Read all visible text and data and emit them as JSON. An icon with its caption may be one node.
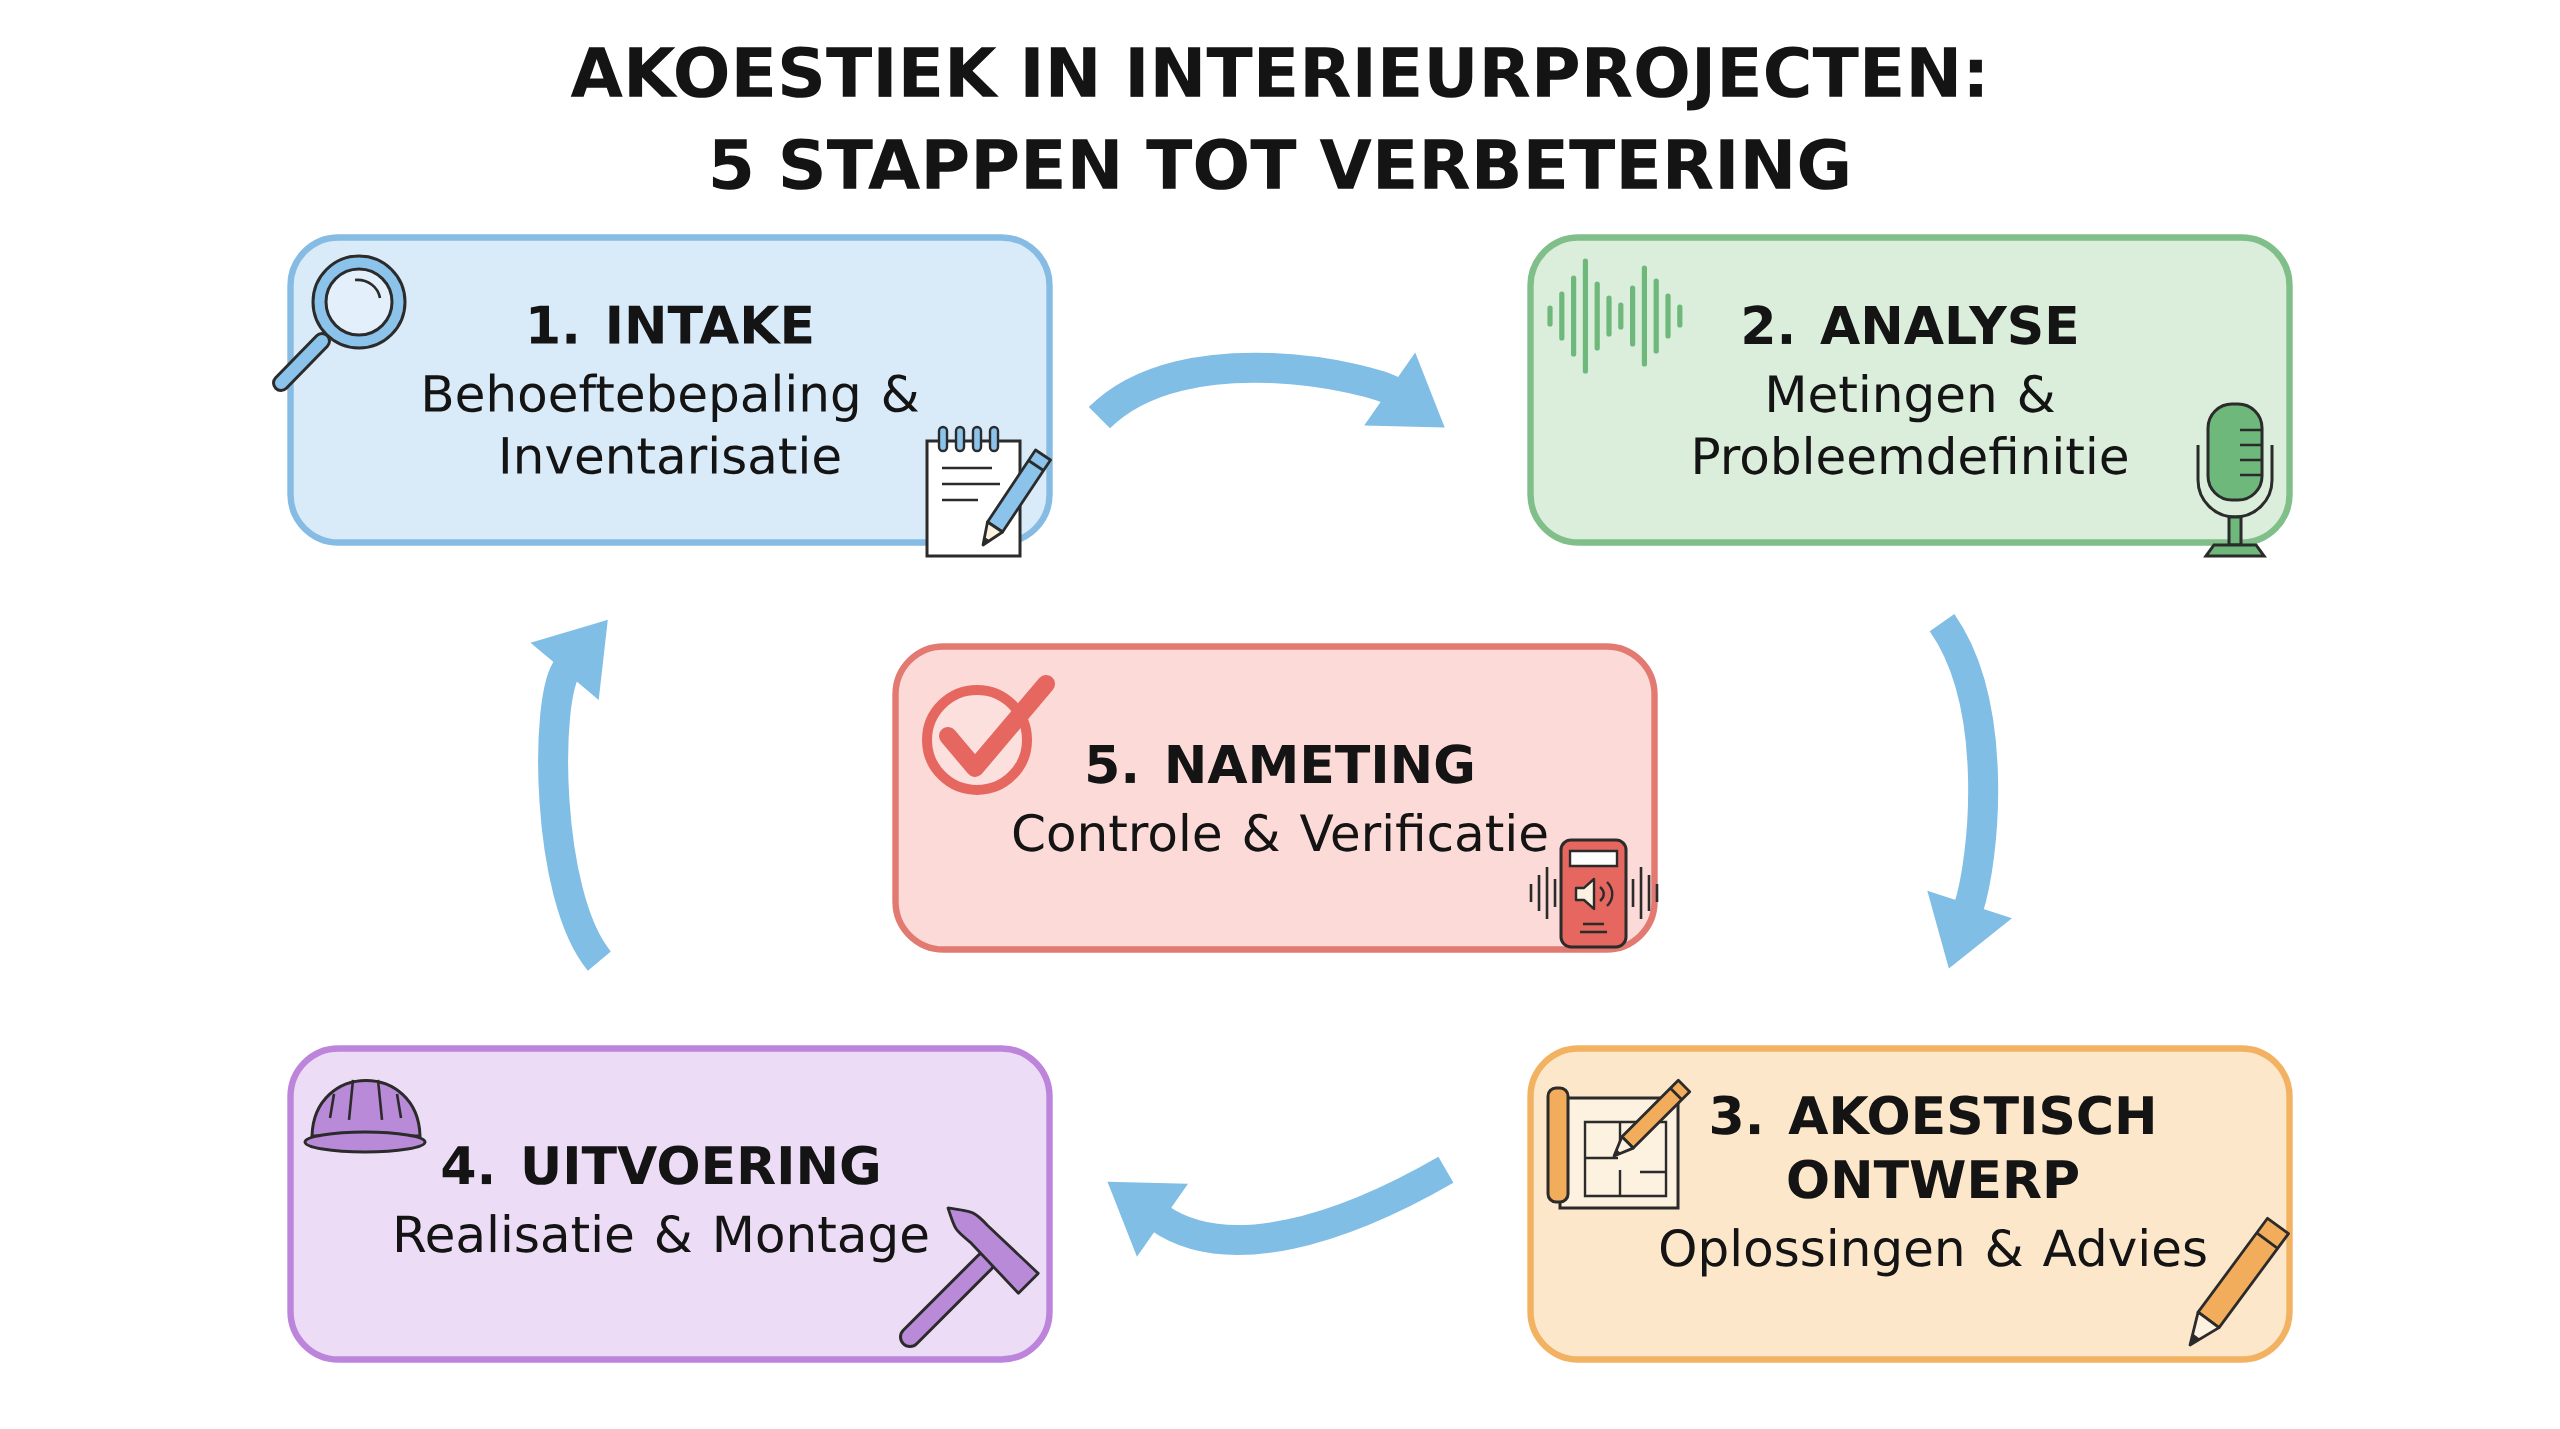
{
  "diagram": {
    "title": "AKOESTIEK IN INTERIEURPROJECTEN: 5 STAPPEN TOT VERBETERING",
    "nodes": [
      {
        "text": [
          "1. INTAKE",
          "Behoeftebepaling & Inventarisatie"
        ]
      },
      {
        "text": [
          "2. ANALYSE",
          "Metingen & Probleemdefinitie"
        ]
      },
      {
        "text": [
          "5. NAMETING",
          "Controle & Verificatie"
        ]
      },
      {
        "text": [
          "4. UITVOERING",
          "Realisatie & Montage"
        ]
      },
      {
        "text": [
          "3. AKOESTISCH ONTWERP",
          "Oplossingen & Advies"
        ]
      }
    ],
    "edges": [
      {
        "from": 0,
        "to": 1,
        "arrow": "to"
      },
      {
        "from": 1,
        "to": 4,
        "arrow": "to"
      },
      {
        "from": 4,
        "to": 3,
        "arrow": "to"
      },
      {
        "from": 3,
        "to": 0,
        "arrow": "to"
      }
    ]
  }
}
